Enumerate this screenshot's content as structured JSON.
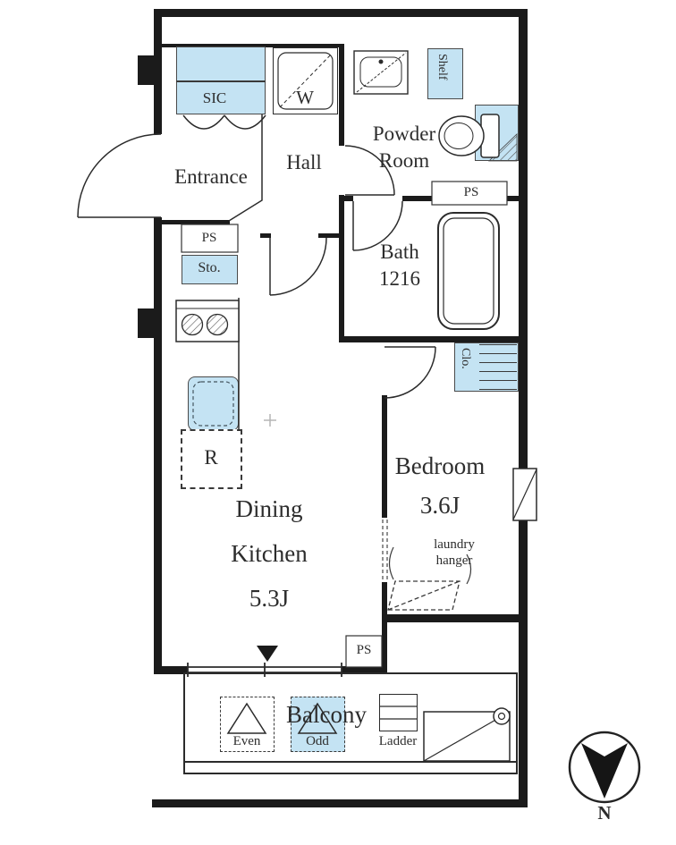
{
  "plan": {
    "sic": "SIC",
    "washer": "W",
    "shelf": "Shelf",
    "entrance": "Entrance",
    "hall": "Hall",
    "powder1": "Powder",
    "powder2": "Room",
    "ps_upper": "PS",
    "bath": "Bath",
    "bath_size": "1216",
    "ps_left": "PS",
    "storage": "Sto.",
    "fridge": "R",
    "dining": "Dining",
    "kitchen": "Kitchen",
    "dk_size": "5.3J",
    "bedroom": "Bedroom",
    "bedroom_size": "3.6J",
    "closet": "Clo.",
    "laundry1": "laundry",
    "laundry2": "hanger",
    "ps_lower": "PS",
    "balcony": "Balcony",
    "even": "Even",
    "odd": "Odd",
    "ladder": "Ladder",
    "north": "N"
  },
  "colors": {
    "fixture_blue": "#c4e3f3",
    "wall_black": "#1b1b1b",
    "line": "#2d2d2d",
    "text": "#2d2d2d",
    "background": "#ffffff"
  }
}
